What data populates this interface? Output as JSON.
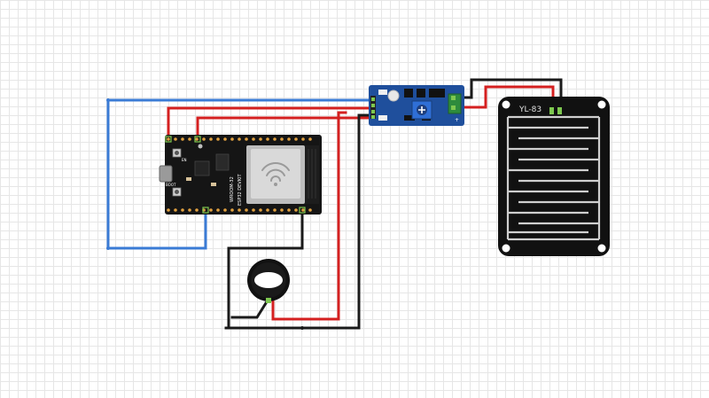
{
  "esp32": {
    "brand": "WROOM-32",
    "model": "ESP32 DEVKIT",
    "button_left": "EN",
    "button_right": "BOOT"
  },
  "rain_sensor": {
    "label": "YL-83"
  },
  "colors": {
    "wire_power": "#d42020",
    "wire_ground": "#1a1a1a",
    "wire_signal": "#3a7bd5",
    "esp_board": "#151515",
    "module_pcb": "#1f4f9c",
    "sensor_pcb": "#111111",
    "trace_copper": "#cfcfcf"
  },
  "icons": {
    "esp32": "esp32-devkit-board-icon",
    "module": "rain-sensor-module-icon",
    "sensor": "yl-83-sensor-plate-icon",
    "buzzer": "piezo-buzzer-icon"
  }
}
